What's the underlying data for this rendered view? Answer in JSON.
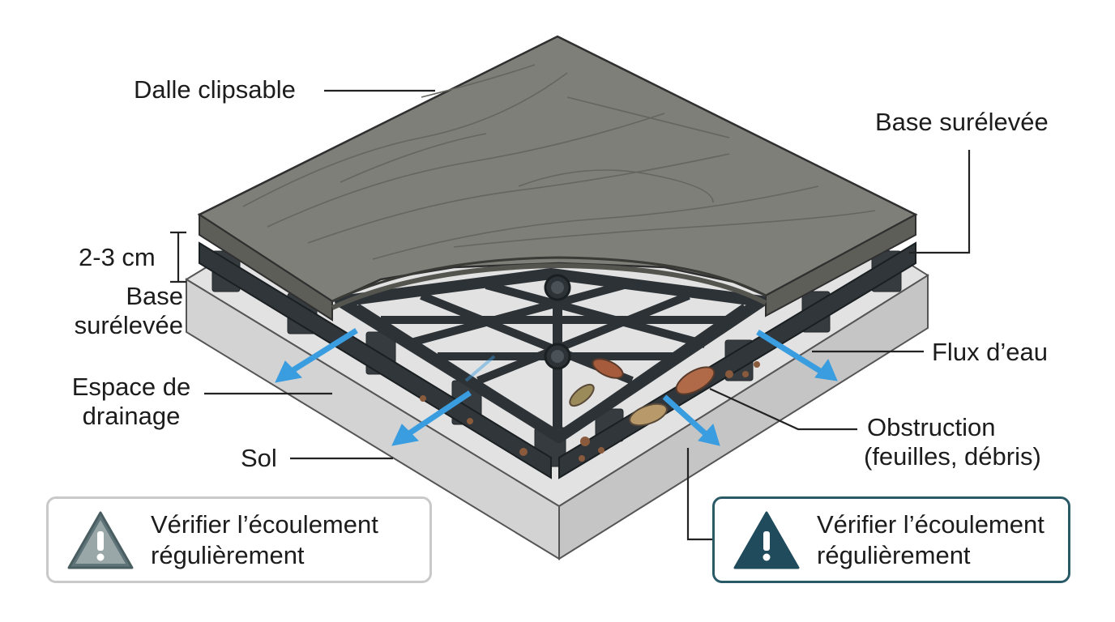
{
  "labels": {
    "dalle": "Dalle clipsable",
    "base_right": "Base surélevée",
    "height": "2-3 cm",
    "base_left_line1": "Base",
    "base_left_line2": "surélevée",
    "espace_line1": "Espace de",
    "espace_line2": "drainage",
    "sol": "Sol",
    "flux": "Flux d’eau",
    "obstruction_line1": "Obstruction",
    "obstruction_line2": "(feuilles, débris)"
  },
  "warnings": [
    {
      "line1": "Vérifier l’écoulement",
      "line2": "régulièrement",
      "icon": "warning-triangle-icon"
    },
    {
      "line1": "Vérifier l’écoulement",
      "line2": "régulièrement",
      "icon": "warning-triangle-icon"
    }
  ],
  "colors": {
    "tile": "#7d7d77",
    "grid": "#2c3236",
    "ground": "#dcdcdc",
    "water": "#3a9de0",
    "warning_left": "#5e7478",
    "warning_right": "#1f4b5c"
  }
}
